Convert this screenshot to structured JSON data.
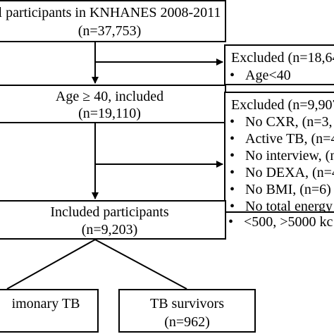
{
  "boxes": {
    "total": {
      "line1": "l participants in KNHANES  2008-2011",
      "line2": "(n=37,753)"
    },
    "excluded1": {
      "title": "Excluded (n=18,64",
      "bullets": [
        "Age<40"
      ]
    },
    "age40": {
      "line1": "Age ≥ 40, included",
      "line2": "(n=19,110)"
    },
    "excluded2": {
      "title": "Excluded (n=9,907",
      "bullets": [
        "No CXR, (n=3,",
        "Active TB, (n=4",
        "No interview, (n",
        "No DEXA, (n=4",
        "No BMI, (n=6)",
        "No total energy",
        "<500, >5000 kc"
      ]
    },
    "included": {
      "line1": "Included participants",
      "line2": "(n=9,203)"
    },
    "pulmonary": {
      "line1": "imonary TB",
      "line2": ")"
    },
    "survivors": {
      "line1": "TB survivors",
      "line2": "(n=962)"
    }
  },
  "bullet_glyph": "•"
}
